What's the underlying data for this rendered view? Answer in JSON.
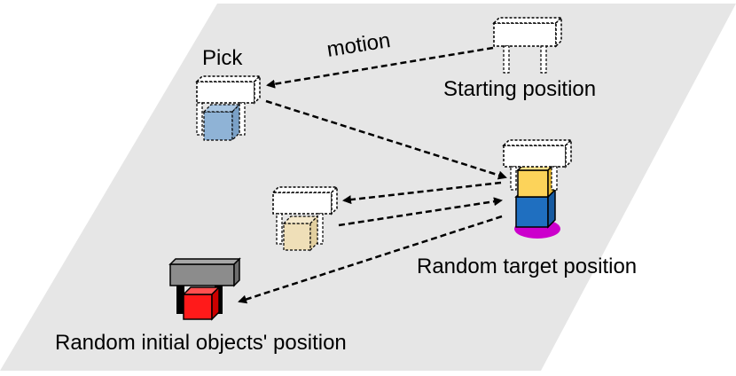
{
  "labels": {
    "pick": "Pick",
    "motion": "motion",
    "starting_position": "Starting position",
    "random_target_position": "Random target position",
    "random_initial_position": "Random initial objects' position"
  },
  "colors": {
    "plane": "#e6e6e6",
    "blue_block": "#8fb3d6",
    "tan_block": "#efdfb8",
    "yellow_block": "#fcd35a",
    "stack_blue_block": "#1f6fc0",
    "red_block": "#ff1a1a",
    "target_marker": "#cc00cc",
    "gripper": "#ffffff",
    "gripper_dark": "#7f7f7f"
  }
}
